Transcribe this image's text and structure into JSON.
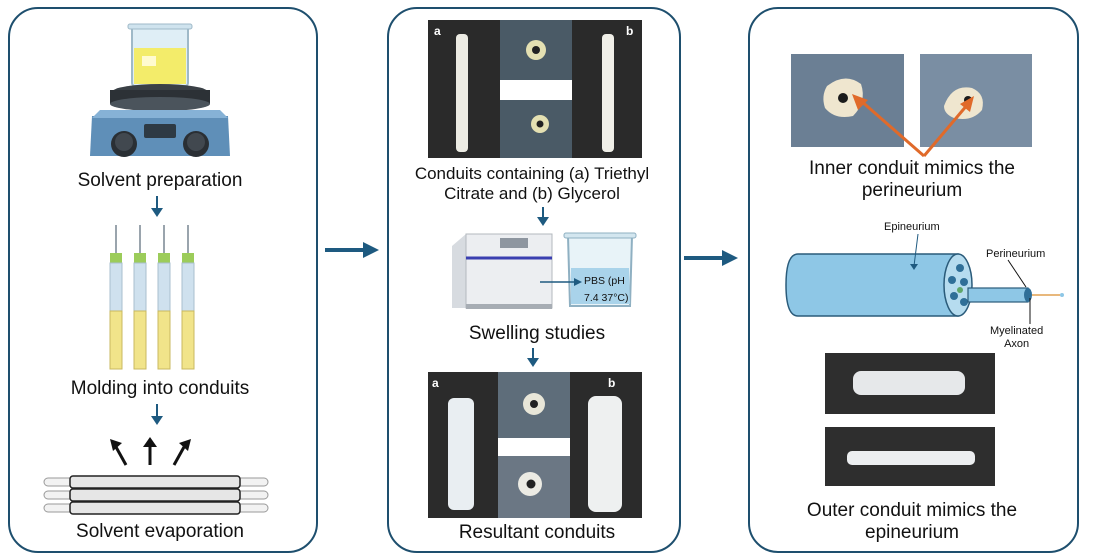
{
  "panel1": {
    "step1": "Solvent preparation",
    "step2": "Molding into conduits",
    "step3": "Solvent evaporation"
  },
  "panel2": {
    "tag_a": "a",
    "tag_b": "b",
    "caption_top_line1": "Conduits containing (a) Triethyl",
    "caption_top_line2": "Citrate and (b) Glycerol",
    "beaker_line1": "PBS (pH",
    "beaker_line2": "7.4 37°C)",
    "swelling": "Swelling studies",
    "tag_a2": "a",
    "tag_b2": "b",
    "resultant": "Resultant conduits"
  },
  "panel3": {
    "inner_line1": "Inner conduit mimics the",
    "inner_line2": "perineurium",
    "epineurium": "Epineurium",
    "perineurium": "Perineurium",
    "axon_line1": "Myelinated",
    "axon_line2": "Axon",
    "outer_line1": "Outer conduit mimics the",
    "outer_line2": "epineurium"
  },
  "colors": {
    "border": "#1e4f6e",
    "arrow": "#1e5a80",
    "nerve": "#8ec7e6",
    "orange_arrow": "#e06a2a"
  }
}
